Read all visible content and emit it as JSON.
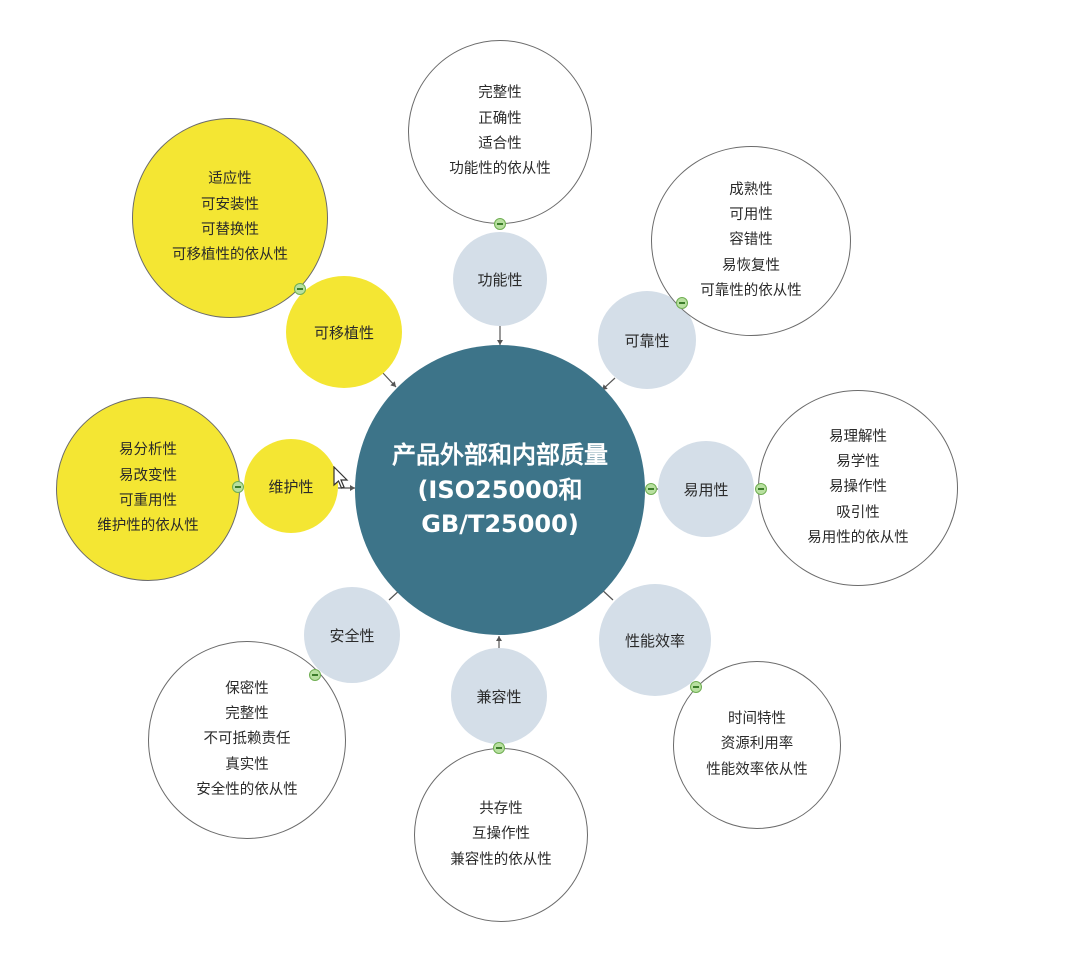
{
  "center": {
    "lines": [
      "产品外部和内部质量",
      "(ISO25000和",
      "GB/T25000)"
    ]
  },
  "categories": [
    {
      "id": "functional",
      "label": "功能性",
      "color": "blue",
      "items": [
        "完整性",
        "正确性",
        "适合性",
        "功能性的依从性"
      ]
    },
    {
      "id": "reliability",
      "label": "可靠性",
      "color": "blue",
      "items": [
        "成熟性",
        "可用性",
        "容错性",
        "易恢复性",
        "可靠性的依从性"
      ]
    },
    {
      "id": "usability",
      "label": "易用性",
      "color": "blue",
      "items": [
        "易理解性",
        "易学性",
        "易操作性",
        "吸引性",
        "易用性的依从性"
      ]
    },
    {
      "id": "performance",
      "label": "性能效率",
      "color": "blue",
      "items": [
        "时间特性",
        "资源利用率",
        "性能效率依从性"
      ]
    },
    {
      "id": "compatibility",
      "label": "兼容性",
      "color": "blue",
      "items": [
        "共存性",
        "互操作性",
        "兼容性的依从性"
      ]
    },
    {
      "id": "security",
      "label": "安全性",
      "color": "blue",
      "items": [
        "保密性",
        "完整性",
        "不可抵赖责任",
        "真实性",
        "安全性的依从性"
      ]
    },
    {
      "id": "maintainability",
      "label": "维护性",
      "color": "yellow",
      "items": [
        "易分析性",
        "易改变性",
        "可重用性",
        "维护性的依从性"
      ]
    },
    {
      "id": "portability",
      "label": "可移植性",
      "color": "yellow",
      "items": [
        "适应性",
        "可安装性",
        "可替换性",
        "可移植性的依从性"
      ]
    }
  ]
}
